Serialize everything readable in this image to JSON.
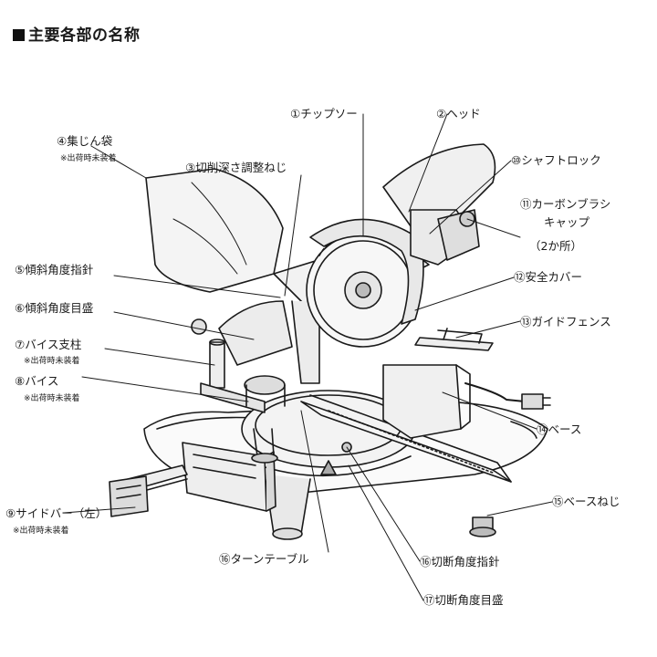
{
  "title": "主要各部の名称",
  "parts": [
    {
      "id": "p1",
      "text": "①チップソー"
    },
    {
      "id": "p2",
      "text": "②ヘッド"
    },
    {
      "id": "p3",
      "text": "③切削深さ調整ねじ"
    },
    {
      "id": "p4",
      "text": "④集じん袋",
      "note": "※出荷時未装着"
    },
    {
      "id": "p5",
      "text": "⑤傾斜角度指針"
    },
    {
      "id": "p6",
      "text": "⑥傾斜角度目盛"
    },
    {
      "id": "p7",
      "text": "⑦バイス支柱",
      "note": "※出荷時未装着"
    },
    {
      "id": "p8",
      "text": "⑧バイス",
      "note": "※出荷時未装着"
    },
    {
      "id": "p9",
      "text": "⑨サイドバー（左）",
      "note": "※出荷時未装着"
    },
    {
      "id": "p10",
      "text": "⑩シャフトロック"
    },
    {
      "id": "p11",
      "text": "⑪カーボンブラシ",
      "line2": "キャップ",
      "line3": "（2か所）"
    },
    {
      "id": "p12",
      "text": "⑫安全カバー"
    },
    {
      "id": "p13",
      "text": "⑬ガイドフェンス"
    },
    {
      "id": "p14",
      "text": "⑭ベース"
    },
    {
      "id": "p15",
      "text": "⑮ベースねじ"
    },
    {
      "id": "p16",
      "text": "⑯ターンテーブル"
    },
    {
      "id": "p17",
      "text": "⑯切断角度指針"
    },
    {
      "id": "p18",
      "text": "⑰切断角度目盛"
    }
  ]
}
